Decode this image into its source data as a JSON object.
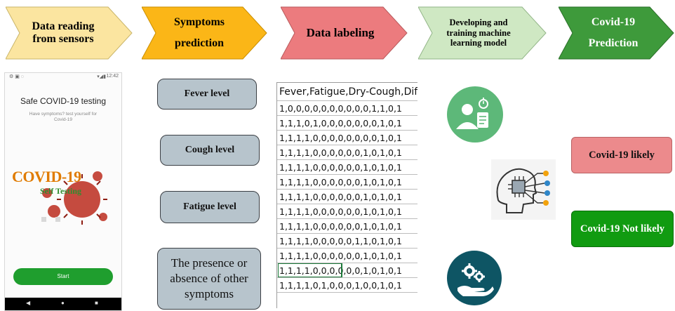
{
  "stages": [
    {
      "lines": [
        "Data reading",
        "from sensors"
      ]
    },
    {
      "lines": [
        "Symptoms",
        "prediction"
      ]
    },
    {
      "lines": [
        "Data labeling"
      ]
    },
    {
      "lines": [
        "Developing and",
        "training machine",
        "learning model"
      ]
    },
    {
      "lines": [
        "Covid-19",
        "Prediction"
      ]
    }
  ],
  "colors": {
    "stage_yellow": "#fbe5a0",
    "stage_orange": "#fbb617",
    "stage_red": "#ec7b7e",
    "stage_lightgreen": "#cfe8c3",
    "stage_green": "#3e9a3b",
    "likely_box": "#ec8a8c",
    "not_likely_box": "#119b11",
    "symptom_box": "#b7c4cc",
    "start_button": "#1f9e2e",
    "icon_circle": "#5db879",
    "icon_circle_dark": "#0e5564"
  },
  "phone": {
    "title": "Safe COVID-19 testing",
    "subtitle_lines": [
      "Have symptoms? test yourself for",
      "Covid-19"
    ],
    "logo_text": "COVID-19",
    "logo_sub": "Self Testing",
    "start_label": "Start",
    "status_time": "12:42"
  },
  "symptoms": [
    "Fever level",
    "Cough level",
    "Fatigue level",
    "The presence or absence of other symptoms"
  ],
  "table": {
    "header": "Fever,Fatigue,Dry-Cough,Difficulty-in-Breathing",
    "rows": [
      "1,0,0,0,0,0,0,0,0,0,0,1,1,0,1",
      "1,1,1,0,1,0,0,0,0,0,0,0,1,0,1",
      "1,1,1,1,0,0,0,0,0,0,0,0,1,0,1",
      "1,1,1,1,0,0,0,0,0,0,1,0,1,0,1",
      "1,1,1,1,0,0,0,0,0,0,1,0,1,0,1",
      "1,1,1,1,0,0,0,0,0,0,1,0,1,0,1",
      "1,1,1,1,0,0,0,0,0,0,1,0,1,0,1",
      "1,1,1,1,0,0,0,0,0,0,1,0,1,0,1",
      "1,1,1,1,0,0,0,0,0,0,1,0,1,0,1",
      "1,1,1,1,0,0,0,0,0,1,1,0,1,0,1",
      "1,1,1,1,0,0,0,0,0,0,1,0,1,0,1",
      "1,1,1,1,0,0,0,0,0,0,1,0,1,0,1",
      "1,1,1,1,0,1,0,0,0,1,0,0,1,0,1"
    ]
  },
  "predictions": {
    "likely": "Covid-19 likely",
    "not_likely": "Covid-19 Not likely"
  },
  "icons": [
    "doctor-icon",
    "ai-brain-icon",
    "gears-hand-icon"
  ]
}
